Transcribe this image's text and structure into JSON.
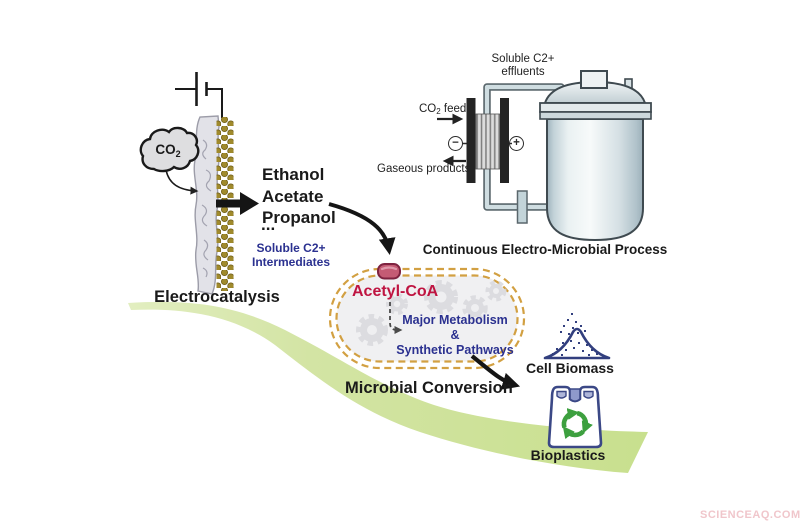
{
  "figure": {
    "watermark": "SCIENCEAQ.COM"
  },
  "electrocatalysis": {
    "co2_base": "CO",
    "co2_sub": "2",
    "products": [
      "Ethanol",
      "Acetate",
      "Propanol"
    ],
    "ellipsis": "...",
    "intermediates_line1": "Soluble C2+",
    "intermediates_line2": "Intermediates",
    "section_label": "Electrocatalysis"
  },
  "electro_microbial": {
    "effluents_line1": "Soluble C2+",
    "effluents_line2": "effluents",
    "feed_base": "CO",
    "feed_sub": "2",
    "feed_rest": " feed",
    "gaseous_label": "Gaseous products",
    "cathode_sign": "−",
    "anode_sign": "+",
    "section_label": "Continuous Electro-Microbial Process"
  },
  "microbial_conversion": {
    "metabolite": "Acetyl-CoA",
    "pathway_line1": "Major Metabolism",
    "pathway_line2": "&",
    "pathway_line3": "Synthetic Pathways",
    "section_label": "Microbial Conversion"
  },
  "products_out": {
    "biomass_label": "Cell Biomass",
    "bioplastics_label": "Bioplastics"
  },
  "colors": {
    "navy_text": "#2b3190",
    "crimson_text": "#bf1441",
    "membrane_gold": "#d2a042",
    "swoosh_green": "#cbe094",
    "recycle_green": "#3da03f",
    "bag_navy": "#3b4886",
    "catalyst_gold": "#a08a2c"
  }
}
